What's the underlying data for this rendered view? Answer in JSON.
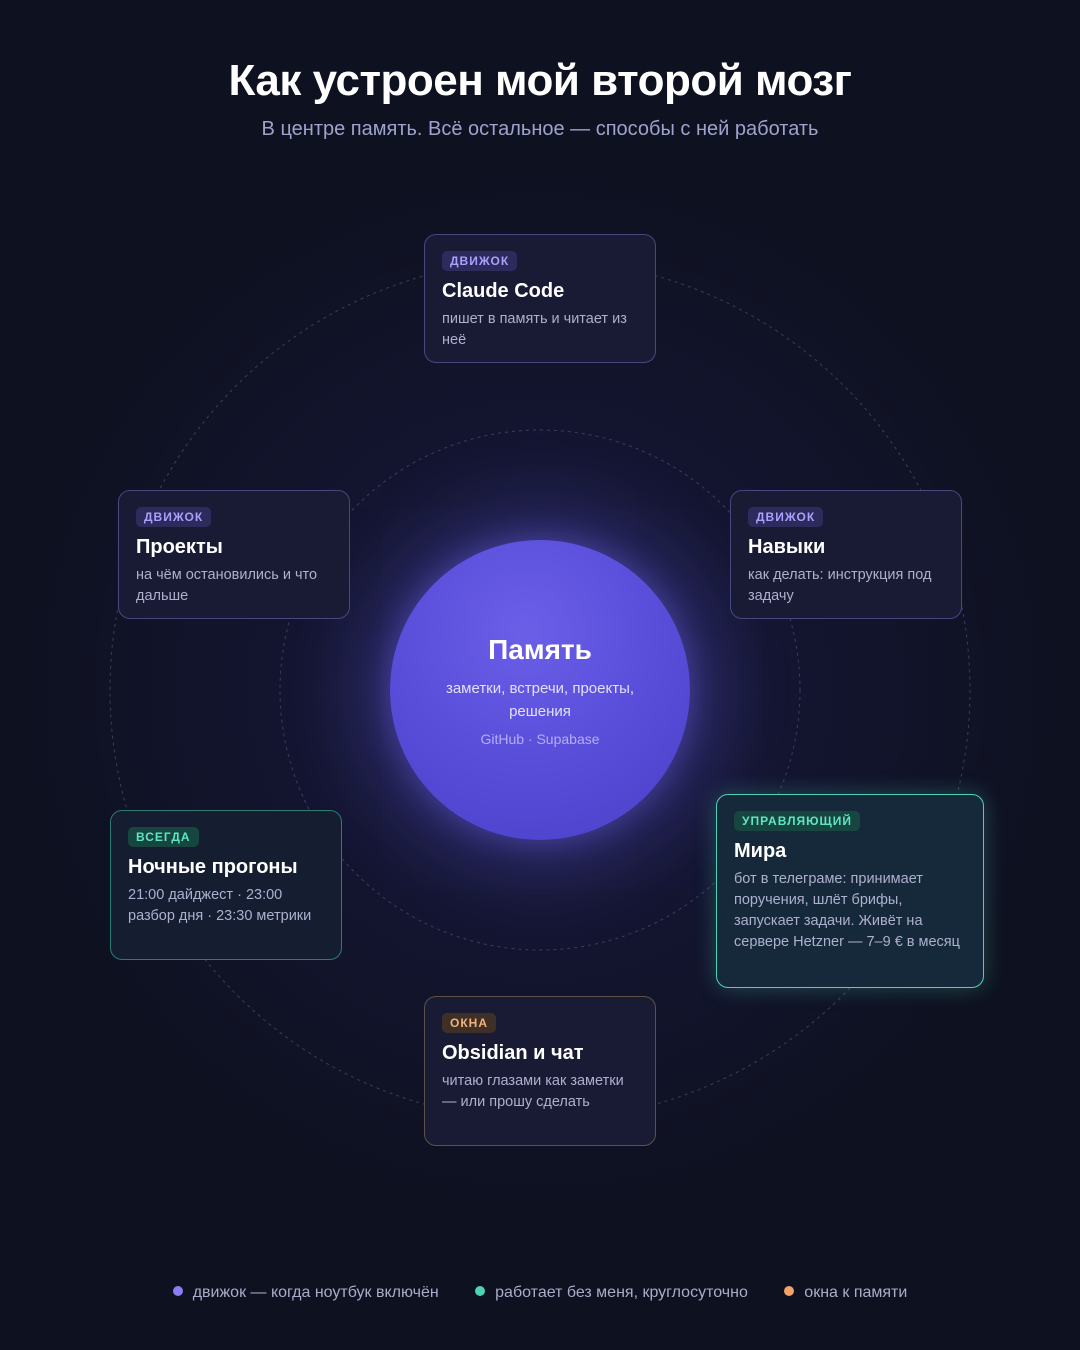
{
  "header": {
    "title": "Как устроен мой второй мозг",
    "subtitle": "В центре память. Всё остальное — способы с ней работать"
  },
  "core": {
    "title": "Память",
    "description": "заметки, встречи, проекты, решения",
    "tech": "GitHub · Supabase"
  },
  "cards": {
    "claude_code": {
      "badge": "ДВИЖОК",
      "title": "Claude Code",
      "description": "пишет в память и читает из неё"
    },
    "projects": {
      "badge": "ДВИЖОК",
      "title": "Проекты",
      "description": "на чём остановились и что дальше"
    },
    "skills": {
      "badge": "ДВИЖОК",
      "title": "Навыки",
      "description": "как делать: инструкция под задачу"
    },
    "night_runs": {
      "badge": "ВСЕГДА",
      "title": "Ночные прогоны",
      "description": "21:00 дайджест · 23:00 разбор дня · 23:30 метрики"
    },
    "mira": {
      "badge": "УПРАВЛЯЮЩИЙ",
      "title": "Мира",
      "description": "бот в телеграме: принимает поручения, шлёт брифы, запускает задачи. Живёт на сервере Hetzner — 7–9 € в месяц"
    },
    "obsidian": {
      "badge": "ОКНА",
      "title": "Obsidian и чат",
      "description": "читаю глазами как заметки — или прошу сделать"
    }
  },
  "legend": [
    {
      "label": "движок — когда ноутбук включён",
      "color": "#8b7cf6"
    },
    {
      "label": "работает без меня, круглосуточно",
      "color": "#4fd1b5"
    },
    {
      "label": "окна к памяти",
      "color": "#f0a36a"
    }
  ],
  "colors": {
    "background": "#0e1120",
    "engine": "#8b7cf6",
    "always": "#4fd1b5",
    "windows": "#f0a36a",
    "core": "#5a4fdb"
  }
}
